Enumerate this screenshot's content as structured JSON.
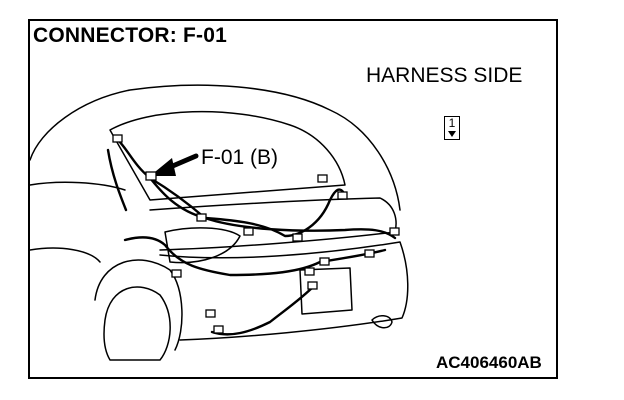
{
  "title": "CONNECTOR: F-01",
  "harness_label": "HARNESS SIDE",
  "callout_label": "F-01 (B)",
  "pin_number": "1",
  "figure_code": "AC406460AB",
  "colors": {
    "line": "#000000",
    "background": "#ffffff"
  }
}
